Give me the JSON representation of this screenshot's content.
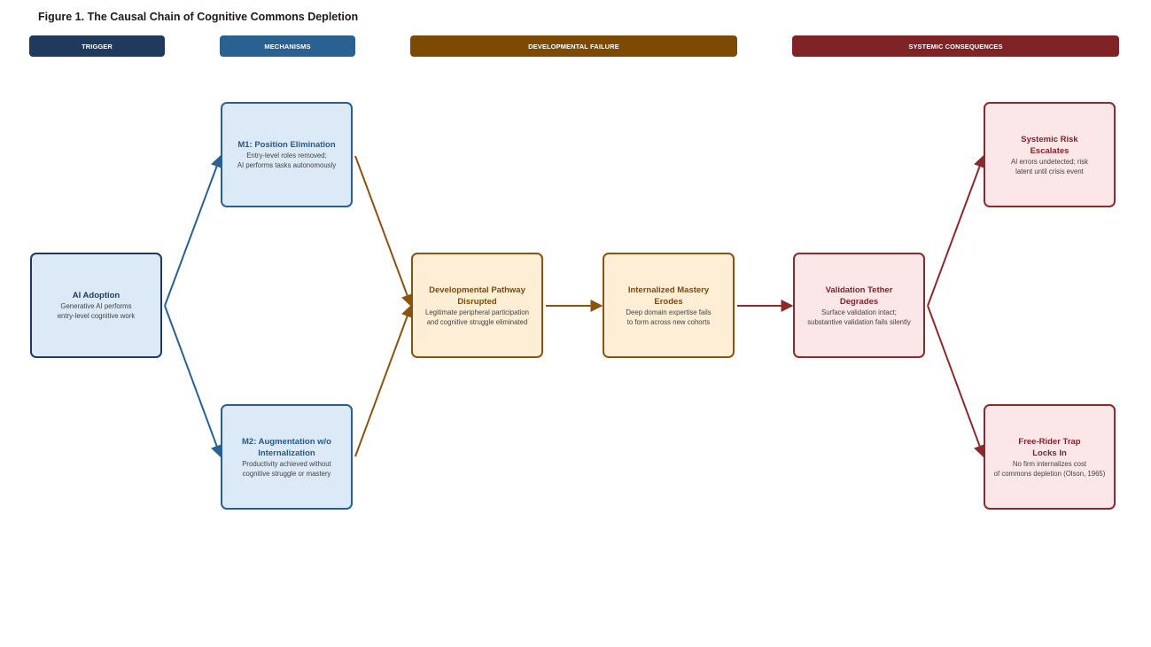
{
  "figure": {
    "title": "Figure 1. The Causal Chain of Cognitive Commons Depletion"
  },
  "stages": {
    "trigger": {
      "label": "TRIGGER",
      "color": "#1f3a5c"
    },
    "mechanisms": {
      "label": "MECHANISMS",
      "color": "#2a6191"
    },
    "developmental": {
      "label": "DEVELOPMENTAL FAILURE",
      "color": "#7d4a04"
    },
    "systemic": {
      "label": "SYSTEMIC CONSEQUENCES",
      "color": "#7f2326"
    }
  },
  "nodes": {
    "ai_adoption": {
      "title": "AI Adoption",
      "desc": "Generative AI performs\nentry-level cognitive work"
    },
    "m1": {
      "title": "M1: Position Elimination",
      "desc": "Entry-level roles removed;\nAI performs tasks autonomously"
    },
    "m2": {
      "title": "M2: Augmentation w/o\nInternalization",
      "desc": "Productivity achieved without\ncognitive struggle or mastery"
    },
    "pathway": {
      "title": "Developmental Pathway\nDisrupted",
      "desc": "Legitimate peripheral participation\nand cognitive struggle eliminated"
    },
    "mastery": {
      "title": "Internalized Mastery\nErodes",
      "desc": "Deep domain expertise fails\nto form across new cohorts"
    },
    "validation": {
      "title": "Validation Tether\nDegrades",
      "desc": "Surface validation intact;\nsubstantive validation fails silently"
    },
    "risk": {
      "title": "Systemic Risk\nEscalates",
      "desc": "AI errors undetected; risk\nlatent until crisis event"
    },
    "freerider": {
      "title": "Free-Rider Trap\nLocks In",
      "desc": "No firm internalizes cost\nof commons depletion (Olson, 1965)"
    }
  },
  "edge_colors": {
    "trigger": "#2a6191",
    "mechanisms": "#8a5410",
    "developmental": "#8a5410",
    "systemic": "#8a2a2e"
  }
}
